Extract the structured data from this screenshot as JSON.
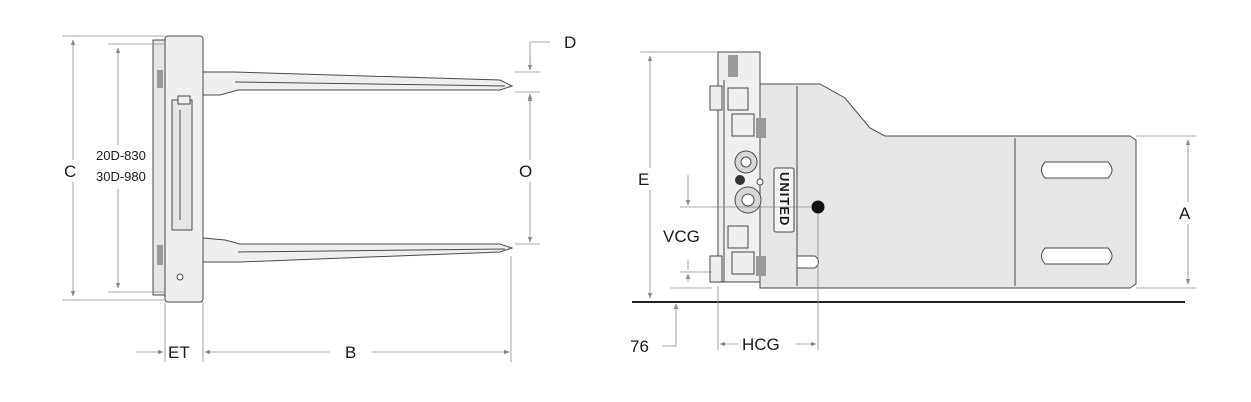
{
  "front_view": {
    "labels": {
      "c": "C",
      "d": "D",
      "o": "O",
      "b": "B",
      "et": "ET",
      "model_20d": "20D-830",
      "model_30d": "30D-980"
    }
  },
  "side_view": {
    "labels": {
      "e": "E",
      "a": "A",
      "vcg": "VCG",
      "hcg": "HCG",
      "ground_clearance": "76",
      "brand": "UNITED"
    }
  },
  "colors": {
    "body": "#e6e6e6",
    "outline": "#4a4a4a",
    "dimension": "#8a8a8a",
    "cg_marker": "#111111"
  }
}
